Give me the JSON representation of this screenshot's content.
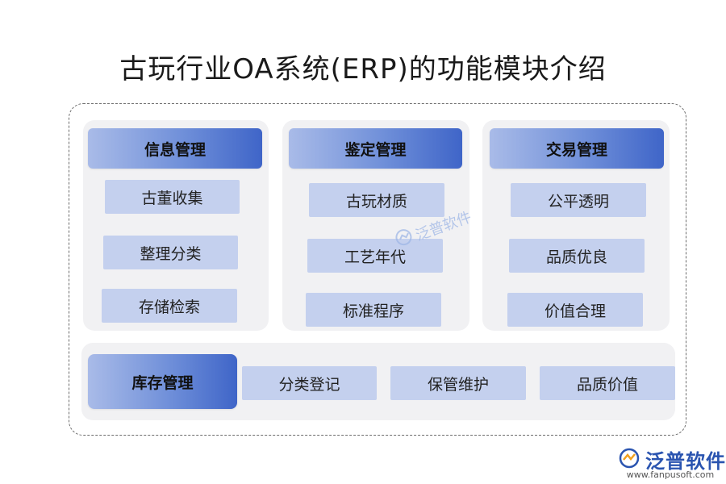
{
  "title": "古玩行业OA系统(ERP)的功能模块介绍",
  "modules": [
    {
      "name": "信息管理",
      "items": [
        "古董收集",
        "整理分类",
        "存储检索"
      ]
    },
    {
      "name": "鉴定管理",
      "items": [
        "古玩材质",
        "工艺年代",
        "标准程序"
      ]
    },
    {
      "name": "交易管理",
      "items": [
        "公平透明",
        "品质优良",
        "价值合理"
      ]
    }
  ],
  "bottom_module": {
    "name": "库存管理",
    "items": [
      "分类登记",
      "保管维护",
      "品质价值"
    ]
  },
  "watermark": "泛普软件",
  "brand": {
    "name": "泛普软件",
    "url": "www.fanpusoft.com"
  },
  "colors": {
    "header_start": "#a9bbe8",
    "header_end": "#3f65c8",
    "item": "#c4d0ee",
    "panel": "#f1f1f3"
  }
}
